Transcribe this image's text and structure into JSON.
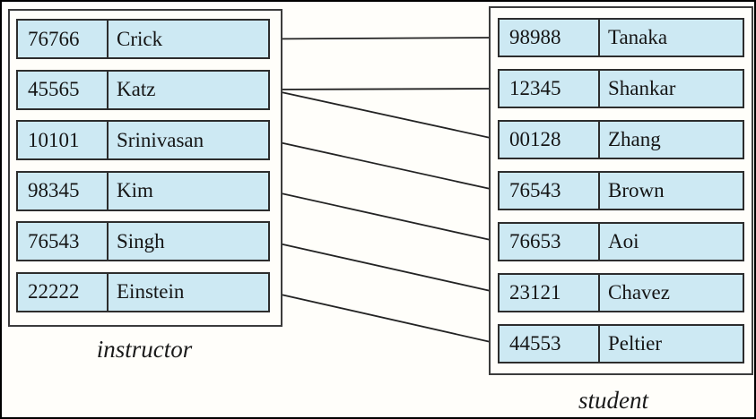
{
  "instructor_table": {
    "label": "instructor",
    "rows": [
      {
        "id": "76766",
        "name": "Crick"
      },
      {
        "id": "45565",
        "name": "Katz"
      },
      {
        "id": "10101",
        "name": "Srinivasan"
      },
      {
        "id": "98345",
        "name": "Kim"
      },
      {
        "id": "76543",
        "name": "Singh"
      },
      {
        "id": "22222",
        "name": "Einstein"
      }
    ]
  },
  "student_table": {
    "label": "student",
    "rows": [
      {
        "id": "98988",
        "name": "Tanaka"
      },
      {
        "id": "12345",
        "name": "Shankar"
      },
      {
        "id": "00128",
        "name": "Zhang"
      },
      {
        "id": "76543",
        "name": "Brown"
      },
      {
        "id": "76653",
        "name": "Aoi"
      },
      {
        "id": "23121",
        "name": "Chavez"
      },
      {
        "id": "44553",
        "name": "Peltier"
      }
    ]
  },
  "connections": [
    {
      "instructor_id": "76766",
      "student_id": "98988"
    },
    {
      "instructor_id": "45565",
      "student_id": "12345"
    },
    {
      "instructor_id": "45565",
      "student_id": "00128"
    },
    {
      "instructor_id": "10101",
      "student_id": "76543"
    },
    {
      "instructor_id": "98345",
      "student_id": "76653"
    },
    {
      "instructor_id": "76543",
      "student_id": "23121"
    },
    {
      "instructor_id": "22222",
      "student_id": "44553"
    }
  ],
  "colors": {
    "row_fill": "#cde9f3",
    "row_border": "#2d2d2d",
    "frame_border": "#3c3c3c",
    "line": "#232323",
    "background": "#fffefa"
  }
}
